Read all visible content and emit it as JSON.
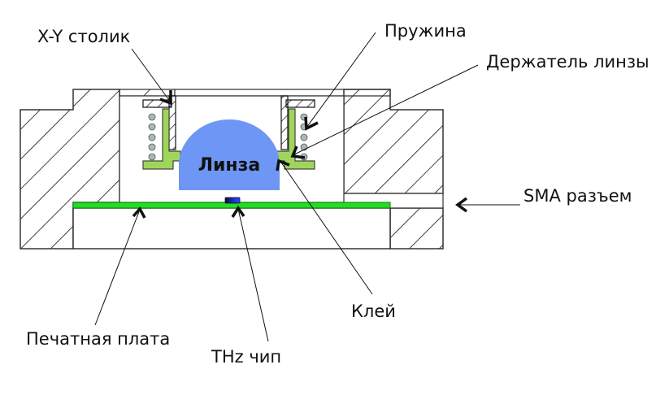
{
  "title": "THz lens module cross-section",
  "labels": {
    "xy_stage": "X-Y столик",
    "spring": "Пружина",
    "lens_holder": "Держатель линзы",
    "lens": "Линза",
    "sma_connector": "SMA разъем",
    "glue": "Клей",
    "pcb": "Печатная плата",
    "thz_chip": "THz чип"
  },
  "colors": {
    "lens": "#6e96f5",
    "lens_holder": "#9fd65a",
    "pcb": "#22dd22",
    "spring_coil": "#a9b9b9",
    "chip": "#2233cc",
    "hatch": "#111111",
    "outline": "#333333"
  }
}
